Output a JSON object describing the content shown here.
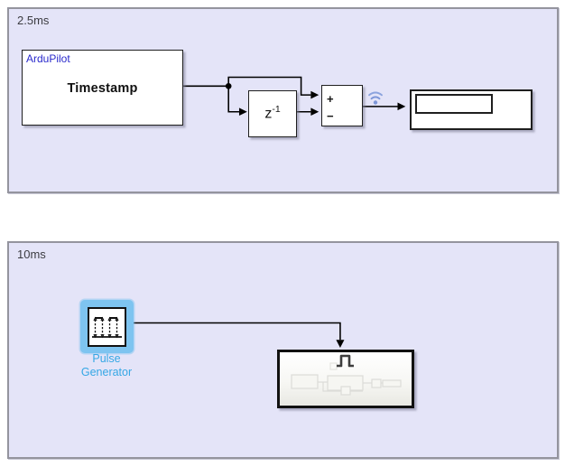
{
  "diagram": {
    "type": "simulink-block-diagram",
    "colors": {
      "region_background": "#e4e4f8",
      "region_border": "#94949e",
      "block_border": "#1f1f1f",
      "selection_highlight": "#7ec4f0",
      "selected_label_blue": "#35a7e5",
      "mask_link_blue": "#2929cc",
      "wireless_icon_blue": "#7d96d8",
      "wire_black": "#000000"
    }
  },
  "regions": {
    "fast": {
      "label": "2.5ms",
      "blocks": {
        "timestamp": {
          "mask_tag": "ArduPilot",
          "name": "Timestamp"
        },
        "unit_delay": {
          "base": "z",
          "exponent": "-1"
        },
        "sum": {
          "plus_sign": "+",
          "minus_sign": "−"
        },
        "display": {
          "value": ""
        }
      },
      "icons": {
        "wireless": "wireless-signal"
      }
    },
    "slow": {
      "label": "10ms",
      "blocks": {
        "pulse_generator": {
          "label_line1": "Pulse",
          "label_line2": "Generator",
          "selected": "true"
        },
        "triggered_subsystem": {
          "trigger_type": "pulse-trigger"
        }
      }
    }
  }
}
